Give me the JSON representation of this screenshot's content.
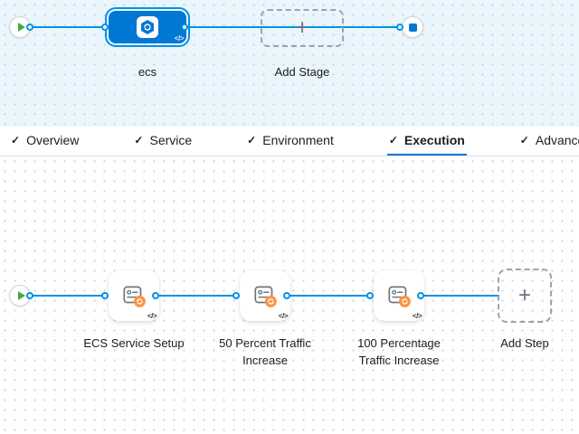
{
  "top_canvas": {
    "stage": {
      "label": "ecs"
    },
    "add_stage": {
      "label": "Add Stage",
      "plus": "+"
    },
    "code_glyph": "</>"
  },
  "tabs": {
    "check": "✓",
    "active": "Execution",
    "items": [
      {
        "label": "Overview"
      },
      {
        "label": "Service"
      },
      {
        "label": "Environment"
      },
      {
        "label": "Execution"
      },
      {
        "label": "Advanced"
      }
    ]
  },
  "execution": {
    "steps": [
      {
        "label": "ECS Service Setup"
      },
      {
        "label": "50 Percent Traffic Increase"
      },
      {
        "label": "100 Percentage Traffic Increase"
      }
    ],
    "add_step": {
      "label": "Add Step",
      "plus": "+"
    },
    "code_glyph": "</>"
  },
  "colors": {
    "connector": "#0092e4",
    "stage_fill": "#0278d5",
    "selection_ring": "#0092e4",
    "active_tab_underline": "#0278d5",
    "play_green": "#42ab45",
    "stop_blue": "#0278d5",
    "badge_orange": "#ff9340",
    "top_canvas_bg": "#eaf5fc"
  }
}
